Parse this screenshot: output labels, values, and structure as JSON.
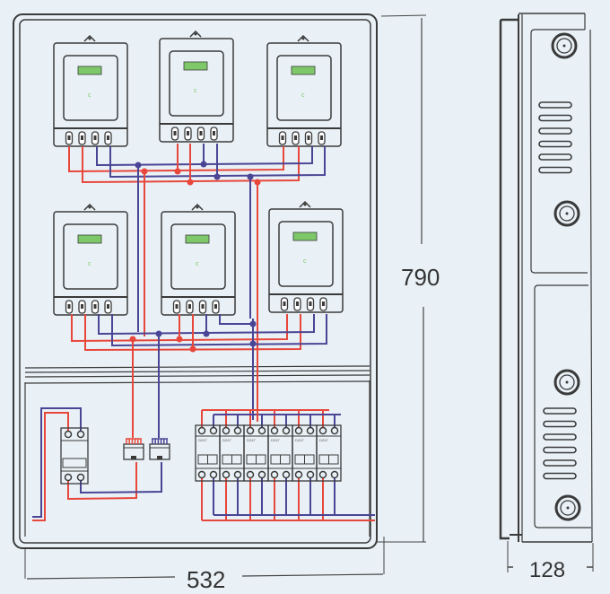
{
  "diagram": {
    "dimensions": {
      "height": "790",
      "width": "532",
      "depth": "128"
    },
    "meters": {
      "count": 6,
      "display_label": "c"
    },
    "breakers": {
      "count": 6,
      "label": "DZ47"
    },
    "colors": {
      "background": "#e9f1f6",
      "outline": "#3a3a3a",
      "live_wire": "#e8473b",
      "neutral_wire": "#4a4595",
      "display": "#7ec86a"
    }
  }
}
